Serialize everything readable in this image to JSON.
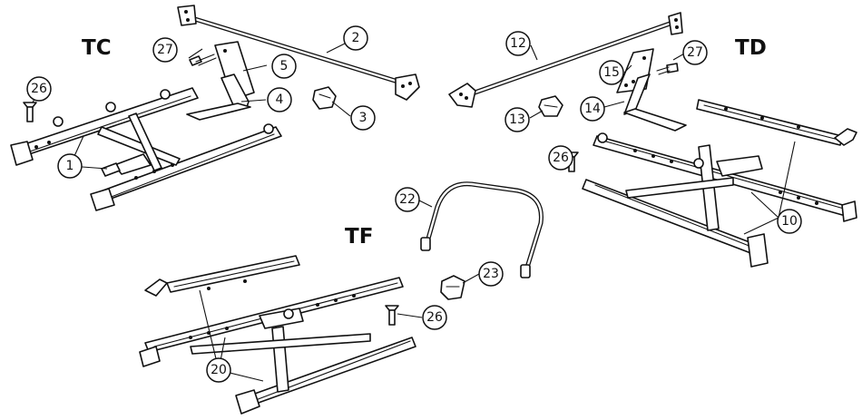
{
  "diagram": {
    "model_labels": {
      "tc": "TC",
      "td": "TD",
      "tf": "TF"
    },
    "callouts": {
      "c1": "1",
      "c2": "2",
      "c3": "3",
      "c4": "4",
      "c5": "5",
      "c10": "10",
      "c12": "12",
      "c13": "13",
      "c14": "14",
      "c15": "15",
      "c20": "20",
      "c22": "22",
      "c23": "23",
      "c26_tc": "26",
      "c26_td": "26",
      "c26_tf": "26",
      "c27_tc": "27",
      "c27_td": "27"
    },
    "colors": {
      "ink": "#111111",
      "paper": "#ffffff"
    }
  }
}
